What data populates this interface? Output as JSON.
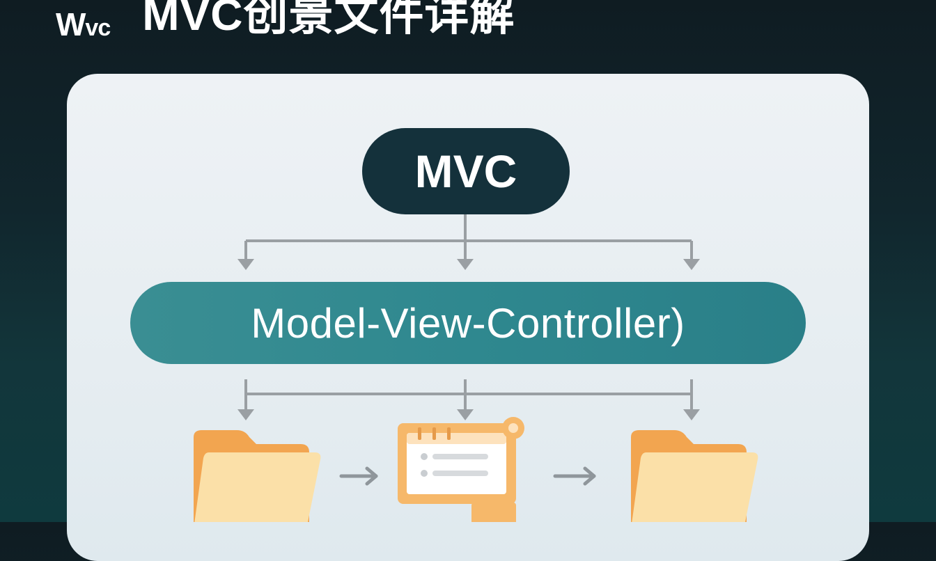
{
  "header": {
    "logo_main": "W",
    "logo_small": "vc",
    "title": "MVC创景文件详解"
  },
  "diagram": {
    "top_node": "MVC",
    "middle_node": "Model-View-Controller)"
  },
  "icons": {
    "left": "folder-icon",
    "center": "monitor-checklist-icon",
    "right": "folder-icon",
    "arrows": "arrow-right-icon"
  },
  "colors": {
    "background_dark": "#0f1c22",
    "panel": "#eef2f5",
    "top_node": "#14313b",
    "middle_node": "#2f888f",
    "connector": "#9a9fa3",
    "folder_back": "#f2a550",
    "folder_front": "#fbe0a8",
    "monitor_frame": "#f6b86a"
  }
}
